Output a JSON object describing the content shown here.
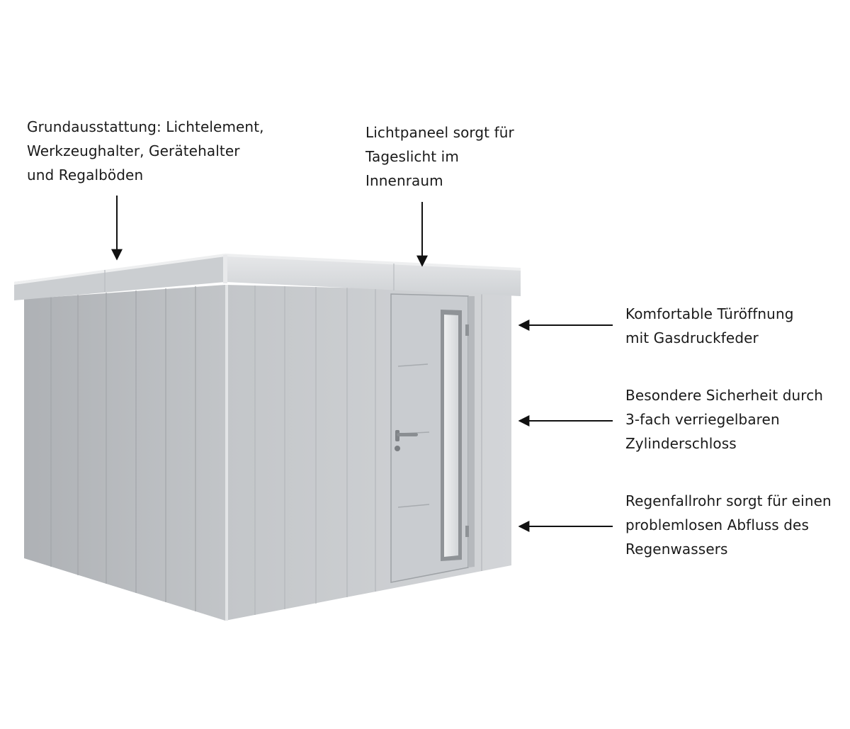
{
  "callouts": {
    "equipment": {
      "lines": [
        "Grundausstattung: Lichtelement,",
        "Werkzeughalter, Gerätehalter",
        "und Regalböden"
      ]
    },
    "light_panel": {
      "lines": [
        "Lichtpaneel sorgt für",
        "Tageslicht im",
        "Innenraum"
      ]
    },
    "door_opening": {
      "lines": [
        "Komfortable Türöffnung",
        "mit Gasdruckfeder"
      ]
    },
    "security": {
      "lines": [
        "Besondere Sicherheit durch",
        "3-fach verriegelbaren",
        "Zylinderschloss"
      ]
    },
    "downpipe": {
      "lines": [
        "Regenfallrohr sorgt für einen",
        "problemlosen Abfluss des",
        "Regenwassers"
      ]
    }
  },
  "colors": {
    "text": "#1a1a1a",
    "arrow": "#111111",
    "shed_side": "#b8bbbf",
    "shed_front": "#cdd0d3",
    "roof": "#d9dbdd",
    "door": "#c9ccd0",
    "window": "#e6e8ea"
  }
}
